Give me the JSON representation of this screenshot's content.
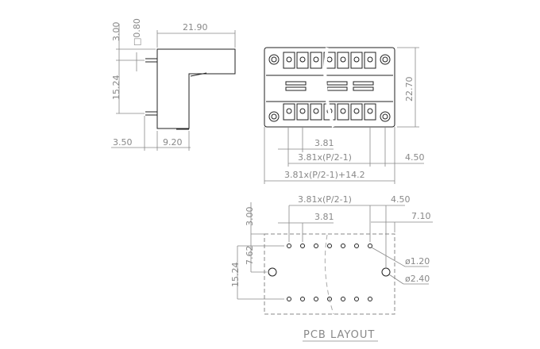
{
  "side_view": {
    "dim_width": "21.90",
    "dim_top": "3.00",
    "dim_pin": "□0.80",
    "dim_pitch_v": "15.24",
    "dim_offset": "3.50",
    "dim_depth": "9.20"
  },
  "front_view": {
    "dim_height": "22.70",
    "dim_pitch": "3.81",
    "dim_span": "3.81x(P/2-1)",
    "dim_end": "4.50",
    "dim_total": "3.81x(P/2-1)+14.2"
  },
  "pcb_layout": {
    "title": "PCB LAYOUT",
    "dim_span": "3.81x(P/2-1)",
    "dim_pitch": "3.81",
    "dim_end": "4.50",
    "dim_mount": "7.10",
    "dim_top": "3.00",
    "dim_half": "7.62",
    "dim_rows": "15.24",
    "hole_small": "ø1.20",
    "hole_large": "ø2.40"
  }
}
